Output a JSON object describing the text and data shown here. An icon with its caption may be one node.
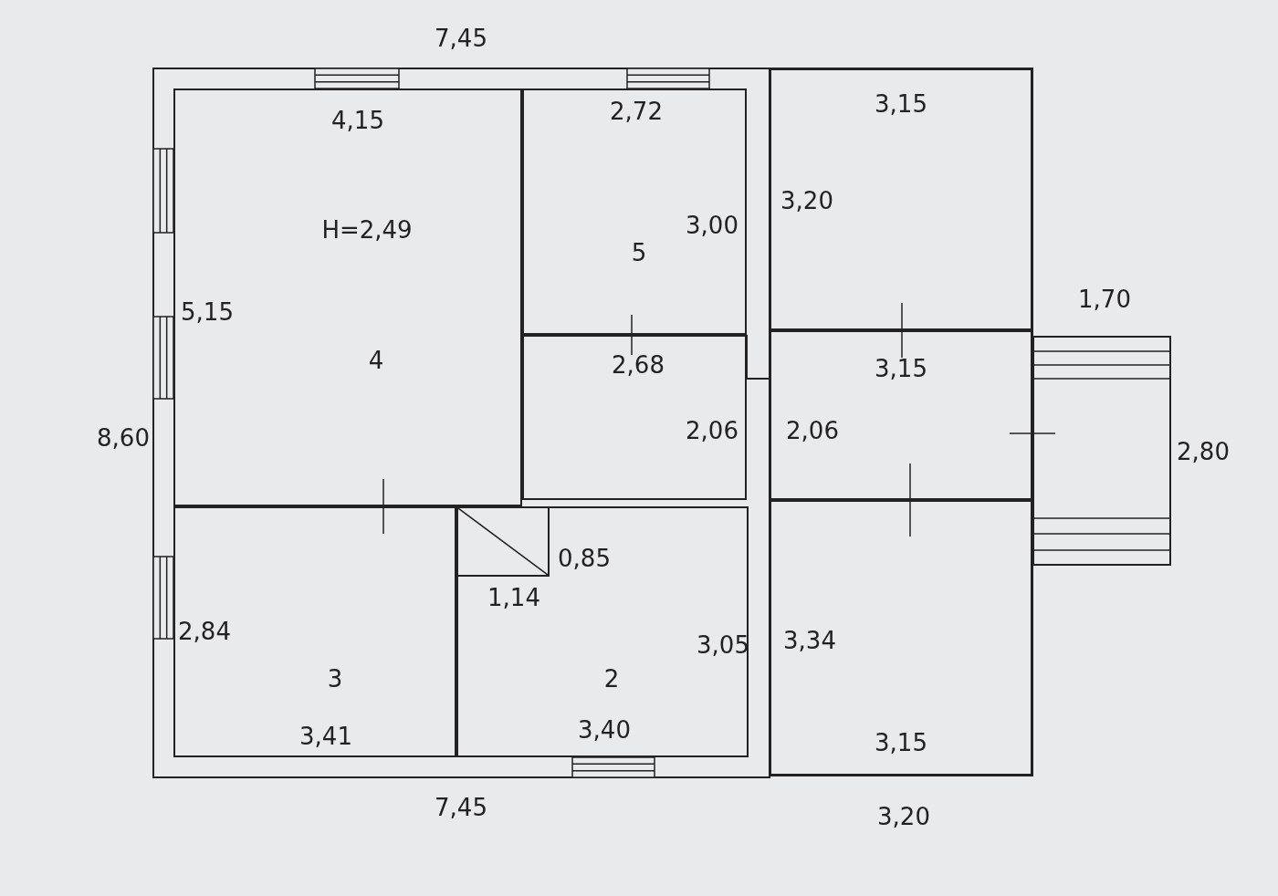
{
  "diagram": {
    "nodes": [
      {
        "text": [
          "4,15",
          "H=2,49",
          "5,15",
          "4"
        ]
      },
      {
        "text": [
          "2,72",
          "3,00",
          "5"
        ]
      },
      {
        "text": [
          "2,68",
          "2,06"
        ]
      },
      {
        "text": [
          "3,15",
          "3,20"
        ]
      },
      {
        "text": [
          "3,15",
          "2,06"
        ]
      },
      {
        "text": [
          "3,34",
          "3,15"
        ]
      },
      {
        "text": [
          "2,84",
          "3",
          "3,41"
        ]
      },
      {
        "text": [
          "3,05",
          "2",
          "3,40"
        ]
      },
      {
        "text": [],
        "shape": "box",
        "in": 7,
        "beside": [
          "1,14",
          "0,85"
        ]
      },
      {
        "text": [],
        "shape": "box",
        "beside": [
          "1,70",
          "2,80"
        ]
      }
    ],
    "labels": [
      "7,45",
      "8,60",
      "7,45",
      "3,20"
    ]
  }
}
